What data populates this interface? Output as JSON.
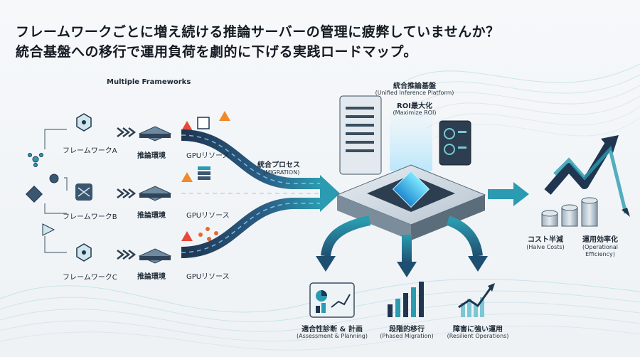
{
  "title": {
    "line1": "フレームワークごとに増え続ける推論サーバーの管理に疲弊していませんか？",
    "line2": "統合基盤への移行で運用負荷を劇的に下げる実践ロードマップ。"
  },
  "left": {
    "header": "Multiple Frameworks",
    "frameworks": [
      "フレームワークA",
      "フレームワークB",
      "フレームワークC"
    ],
    "env_label": "推論環境",
    "gpu_label": "GPUリソース"
  },
  "migration": {
    "label": "統合プロセス",
    "sub": "(MIGRATION)"
  },
  "platform": {
    "title": "統合推論基盤",
    "title_en": "(Unified Inference Platform)",
    "roi": "ROI最大化",
    "roi_en": "(Maximize ROI)"
  },
  "outcomes": {
    "cost": "コスト半減",
    "cost_en": "(Halve Costs)",
    "eff": "運用効率化",
    "eff_en1": "(Operational",
    "eff_en2": "Efficiency)"
  },
  "steps": [
    {
      "label": "適合性診断 & 計画",
      "en": "(Assessment & Planning)"
    },
    {
      "label": "段階的移行",
      "en": "(Phased Migration)"
    },
    {
      "label": "障害に強い運用",
      "en": "(Resilient Operations)"
    }
  ],
  "colors": {
    "navy": "#1f3550",
    "teal": "#2a9bb0",
    "teal_light": "#7cc7d3",
    "warning": "#e8483a",
    "warning_orange": "#f08a2a"
  }
}
